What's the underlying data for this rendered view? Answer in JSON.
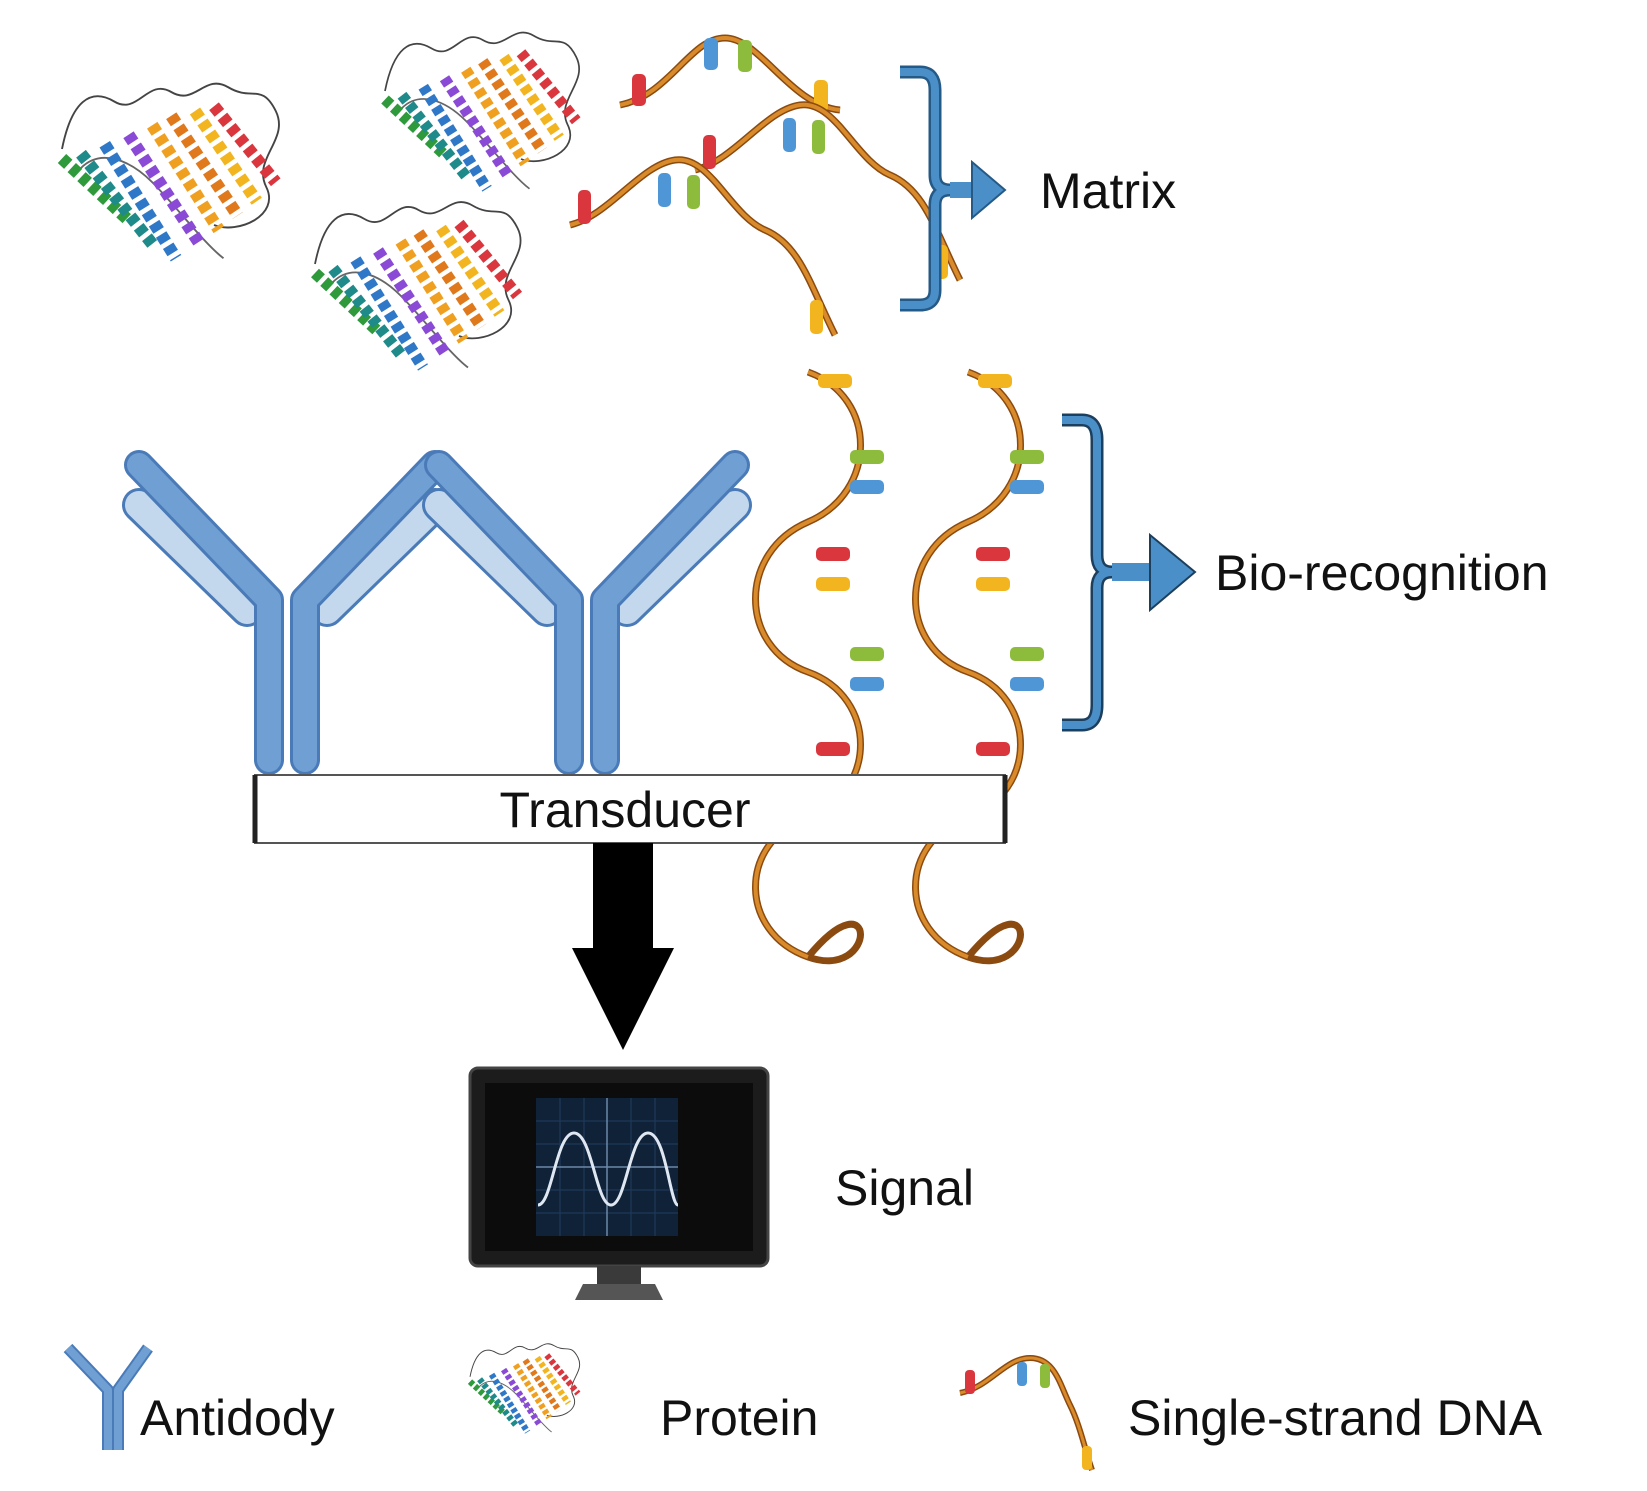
{
  "labels": {
    "matrix": "Matrix",
    "biorecognition": "Bio-recognition",
    "transducer": "Transducer",
    "signal": "Signal"
  },
  "legend": {
    "antibody": "Antidody",
    "protein": "Protein",
    "ssdna": "Single-strand DNA"
  },
  "colors": {
    "antibody_heavy": "#6f9fd3",
    "antibody_light": "#c3d8ec",
    "antibody_outline": "#4a7bb8",
    "dna_backbone": "#c8701a",
    "bracket": "#4b8fc8",
    "base_red": "#d9363e",
    "base_blue": "#4f96d6",
    "base_green": "#8dbb3c",
    "base_yellow": "#f2b51f",
    "monitor_screen": "#102238",
    "arrow": "#000000"
  }
}
